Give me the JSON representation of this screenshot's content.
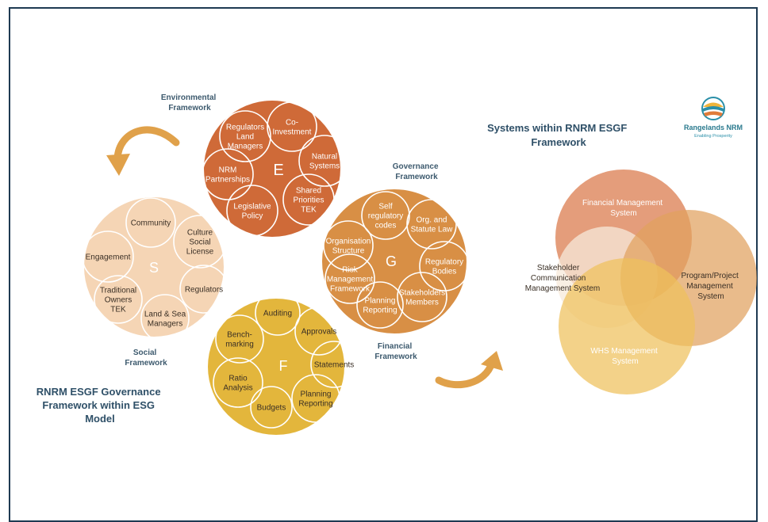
{
  "colors": {
    "environmental": "#cf6a38",
    "governance": "#d88f45",
    "financial": "#e3b63c",
    "social": "#f5d5b5",
    "label_text": "#3d5a6e",
    "arrow": "#e0a14a"
  },
  "framework_labels": {
    "environmental": [
      "Environmental",
      "Framework"
    ],
    "governance": [
      "Governance",
      "Framework"
    ],
    "financial": [
      "Financial",
      "Framework"
    ],
    "social": [
      "Social",
      "Framework"
    ]
  },
  "model_title": [
    "RNRM ESGF Governance",
    "Framework within ESG",
    "Model"
  ],
  "systems_title": [
    "Systems within RNRM ESGF",
    "Framework"
  ],
  "logo": {
    "name": "Rangelands NRM",
    "tagline": "Enabling Prosperity",
    "icon": "rangelands-logo-icon"
  },
  "environmental": {
    "letter": "E",
    "items": [
      [
        "Regulators",
        "Land",
        "Managers"
      ],
      [
        "Co-",
        "Investment"
      ],
      [
        "Natural",
        "Systems"
      ],
      [
        "NRM",
        "Partnerships"
      ],
      [
        "Legislative",
        "Policy"
      ],
      [
        "Shared",
        "Priorities",
        "TEK"
      ]
    ]
  },
  "governance": {
    "letter": "G",
    "items": [
      [
        "Self",
        "regulatory",
        "codes"
      ],
      [
        "Org. and",
        "Statute Law"
      ],
      [
        "Organisation",
        "Structure"
      ],
      [
        "Regulatory",
        "Bodies"
      ],
      [
        "Risk",
        "Management",
        "Framework"
      ],
      [
        "Stakeholders",
        "Members"
      ],
      [
        "Planning",
        "Reporting"
      ]
    ]
  },
  "financial": {
    "letter": "F",
    "items": [
      [
        "Auditing"
      ],
      [
        "Approvals"
      ],
      [
        "Bench-",
        "marking"
      ],
      [
        "Statements"
      ],
      [
        "Ratio",
        "Analysis"
      ],
      [
        "Planning",
        "Reporting"
      ],
      [
        "Budgets"
      ]
    ]
  },
  "social": {
    "letter": "S",
    "items": [
      [
        "Community"
      ],
      [
        "Culture",
        "Social",
        "License"
      ],
      [
        "Engagement"
      ],
      [
        "Regulators"
      ],
      [
        "Traditional",
        "Owners",
        "TEK"
      ],
      [
        "Land & Sea",
        "Managers"
      ]
    ]
  },
  "systems": {
    "financial": [
      "Financial Management",
      "System"
    ],
    "stakeholder": [
      "Stakeholder",
      "Communication",
      "Management  System"
    ],
    "program": [
      "Program/Project",
      "Management",
      "System"
    ],
    "whs": [
      "WHS Management",
      "System"
    ]
  }
}
